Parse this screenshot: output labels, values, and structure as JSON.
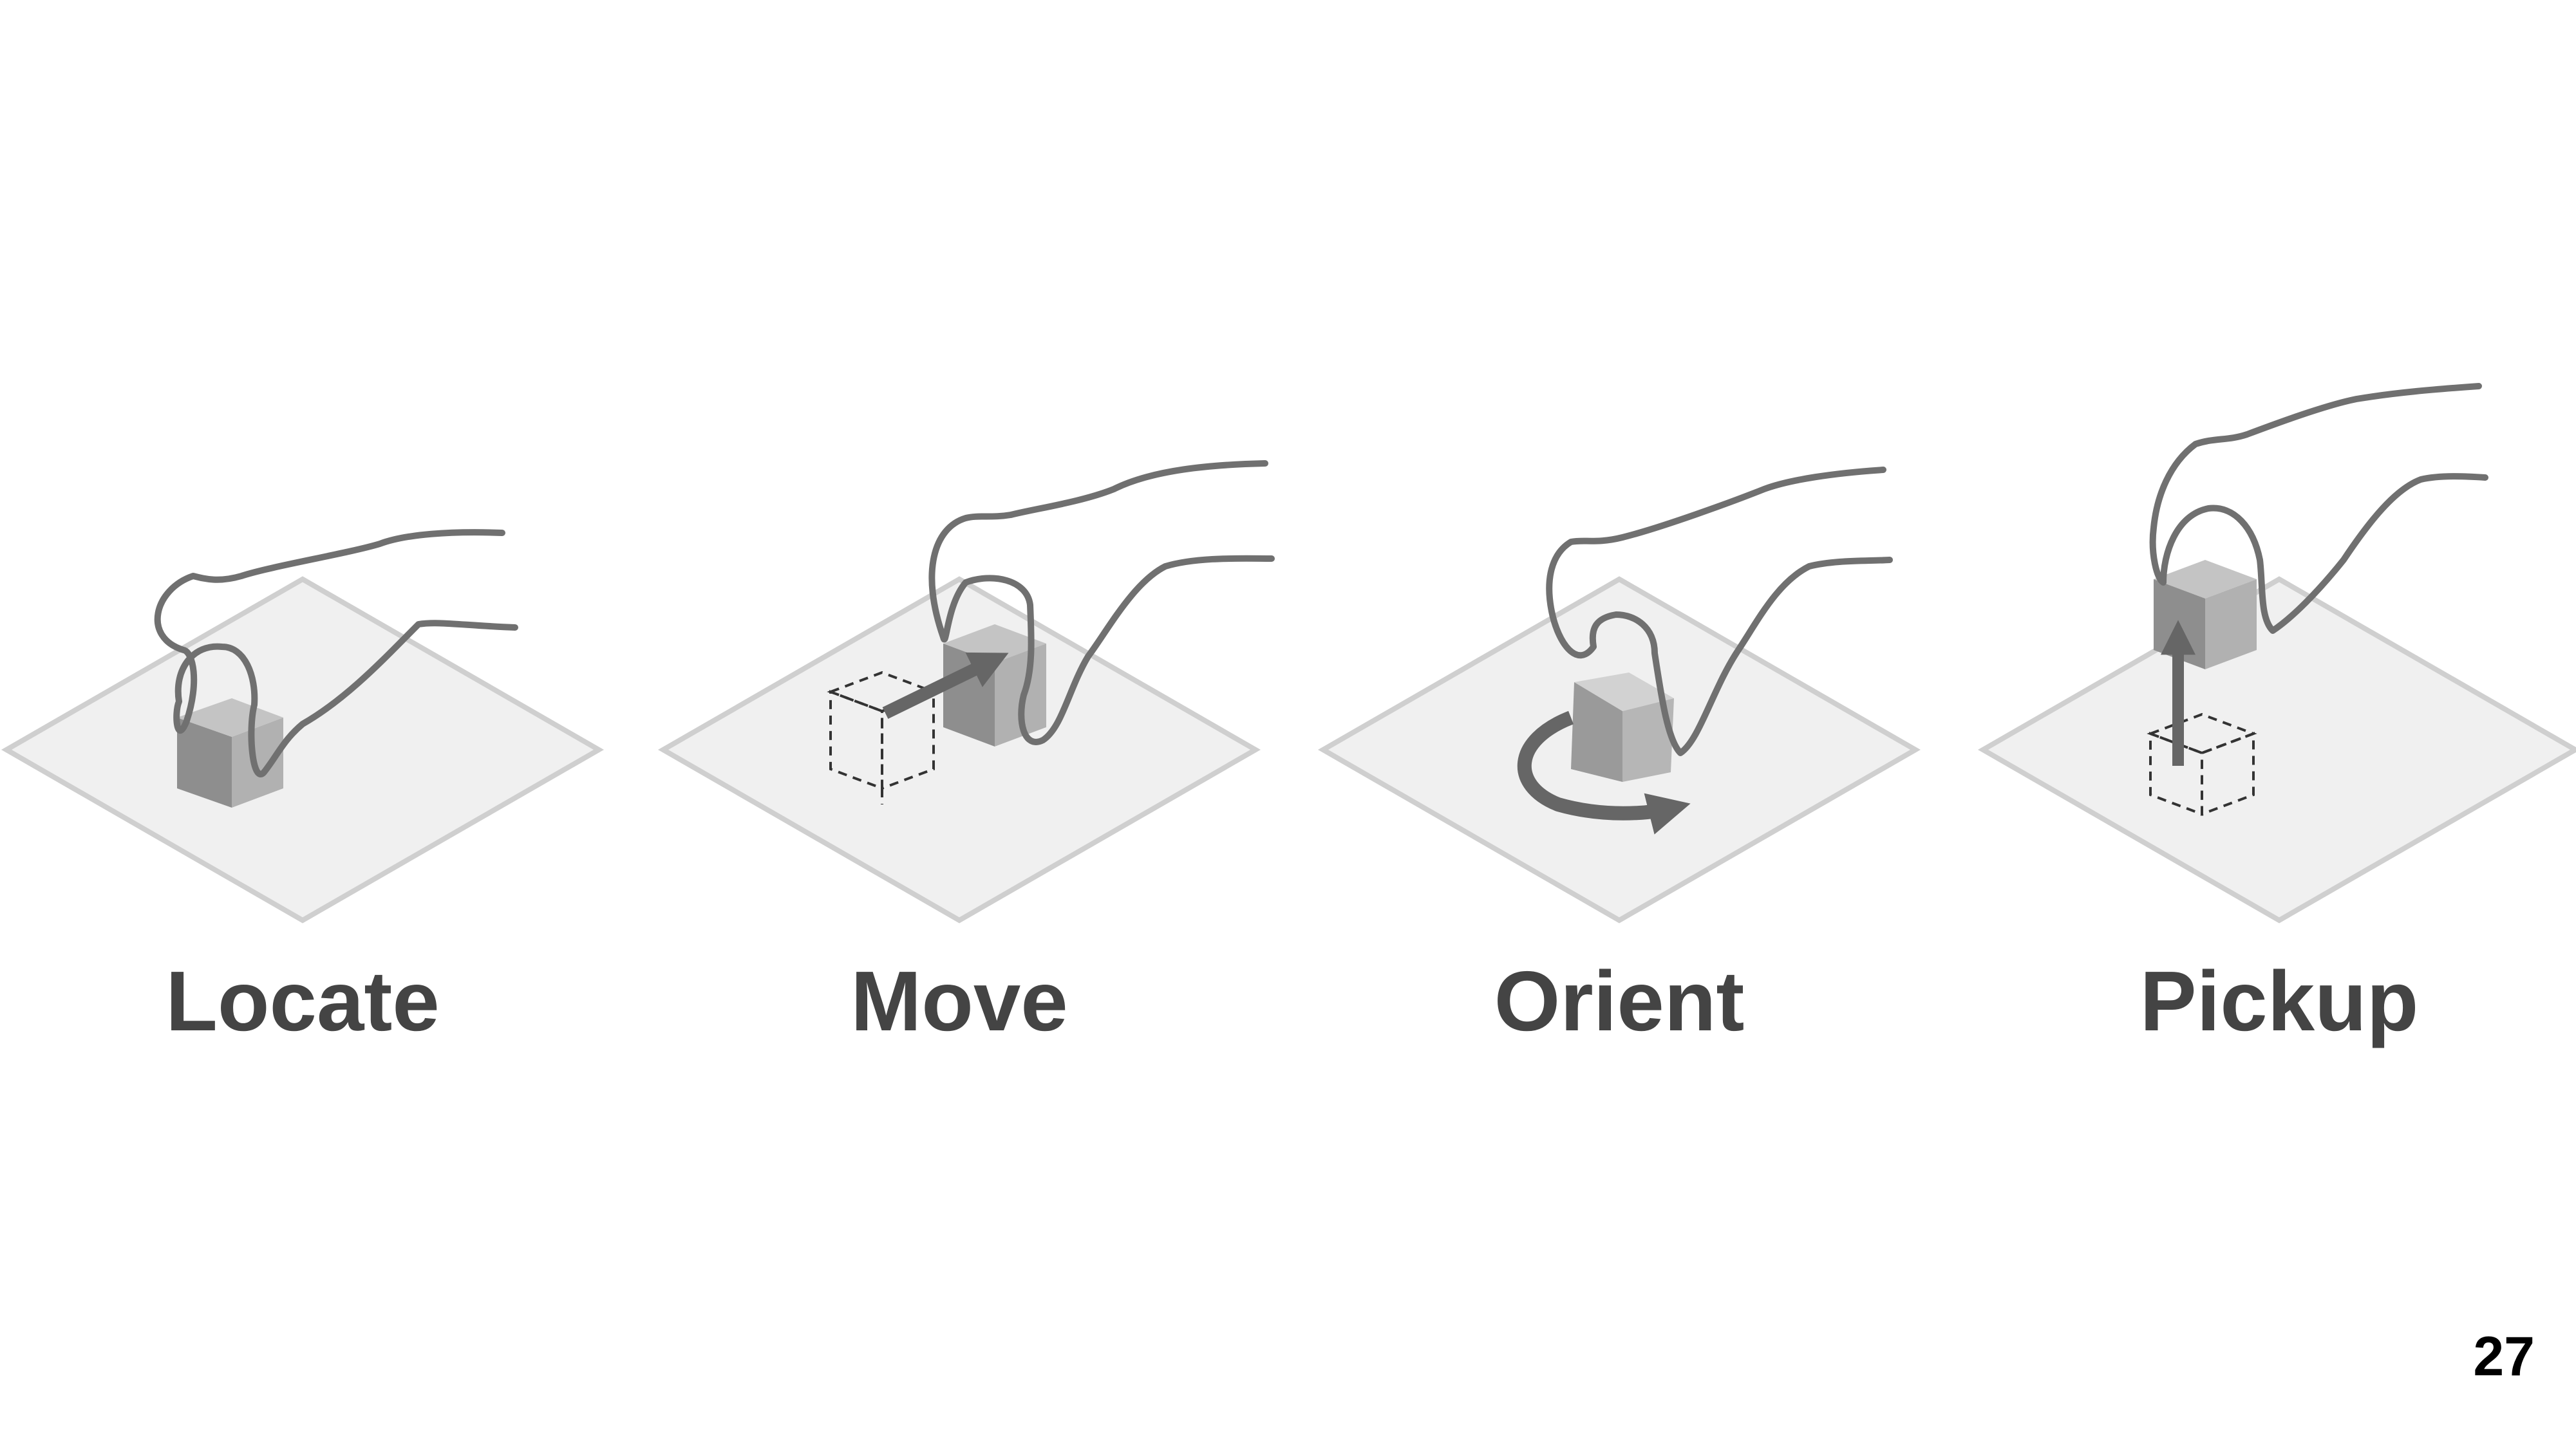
{
  "steps": [
    {
      "id": "locate",
      "label": "Locate"
    },
    {
      "id": "move",
      "label": "Move"
    },
    {
      "id": "orient",
      "label": "Orient"
    },
    {
      "id": "pickup",
      "label": "Pickup"
    }
  ],
  "page_number": "27",
  "colors": {
    "plane_fill": "#f0f0f0",
    "plane_edge": "#cfcfcf",
    "cube_top": "#c9c9c9",
    "cube_left": "#8e8e8e",
    "cube_right": "#b1b1b1",
    "hand_outline": "#707070",
    "arrow": "#666666",
    "label_text": "#444444"
  }
}
